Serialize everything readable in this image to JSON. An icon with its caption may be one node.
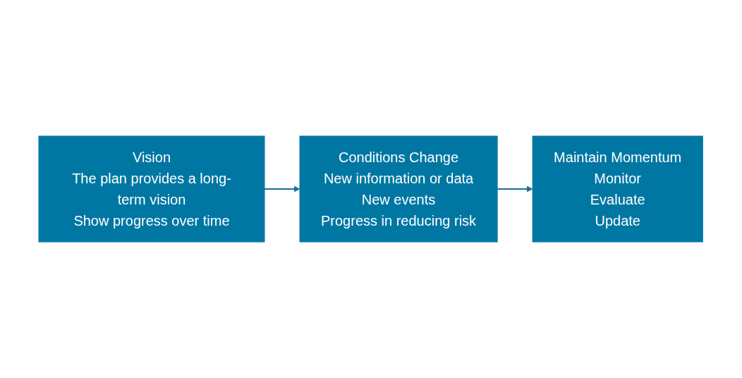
{
  "diagram": {
    "nodes": [
      {
        "text": [
          "Vision",
          "The plan provides a long-term vision",
          "Show progress over time"
        ]
      },
      {
        "text": [
          "Conditions Change",
          "New information or data",
          "New events",
          "Progress in reducing risk"
        ]
      },
      {
        "text": [
          "Maintain Momentum",
          "Monitor",
          "Evaluate",
          "Update"
        ]
      }
    ],
    "edges": [
      {
        "from": 0,
        "to": 1,
        "arrow": "to"
      },
      {
        "from": 1,
        "to": 2,
        "arrow": "to"
      }
    ]
  }
}
